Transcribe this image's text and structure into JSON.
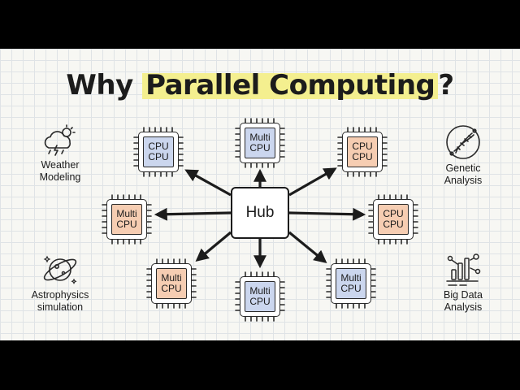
{
  "title": {
    "prefix": "Why ",
    "highlight": "Parallel Computing",
    "suffix": "?"
  },
  "hub": {
    "label": "Hub"
  },
  "chips": [
    {
      "id": "top-left",
      "line1": "CPU",
      "line2": "CPU",
      "fill": "#cbd6ee"
    },
    {
      "id": "top-center",
      "line1": "Multi",
      "line2": "CPU",
      "fill": "#cbd6ee"
    },
    {
      "id": "top-right",
      "line1": "CPU",
      "line2": "CPU",
      "fill": "#f6cdb2"
    },
    {
      "id": "mid-left",
      "line1": "Multi",
      "line2": "CPU",
      "fill": "#f6cdb2"
    },
    {
      "id": "mid-right",
      "line1": "CPU",
      "line2": "CPU",
      "fill": "#f6cdb2"
    },
    {
      "id": "bottom-left",
      "line1": "Multi",
      "line2": "CPU",
      "fill": "#f6cdb2"
    },
    {
      "id": "bottom-center",
      "line1": "Multi",
      "line2": "CPU",
      "fill": "#cbd6ee"
    },
    {
      "id": "bottom-right",
      "line1": "Multi",
      "line2": "CPU",
      "fill": "#cbd6ee"
    }
  ],
  "applications": [
    {
      "id": "weather",
      "line1": "Weather",
      "line2": "Modeling",
      "icon": "cloud-lightning-icon"
    },
    {
      "id": "genetic",
      "line1": "Genetic",
      "line2": "Analysis",
      "icon": "dna-icon"
    },
    {
      "id": "astro",
      "line1": "Astrophysics",
      "line2": "simulation",
      "icon": "planet-icon"
    },
    {
      "id": "bigdata",
      "line1": "Big Data",
      "line2": "Analysis",
      "icon": "network-chart-icon"
    }
  ],
  "colors": {
    "blue_chip": "#cbd6ee",
    "peach_chip": "#f6cdb2",
    "highlight": "#f4ef8f",
    "ink": "#1c1c1c"
  }
}
